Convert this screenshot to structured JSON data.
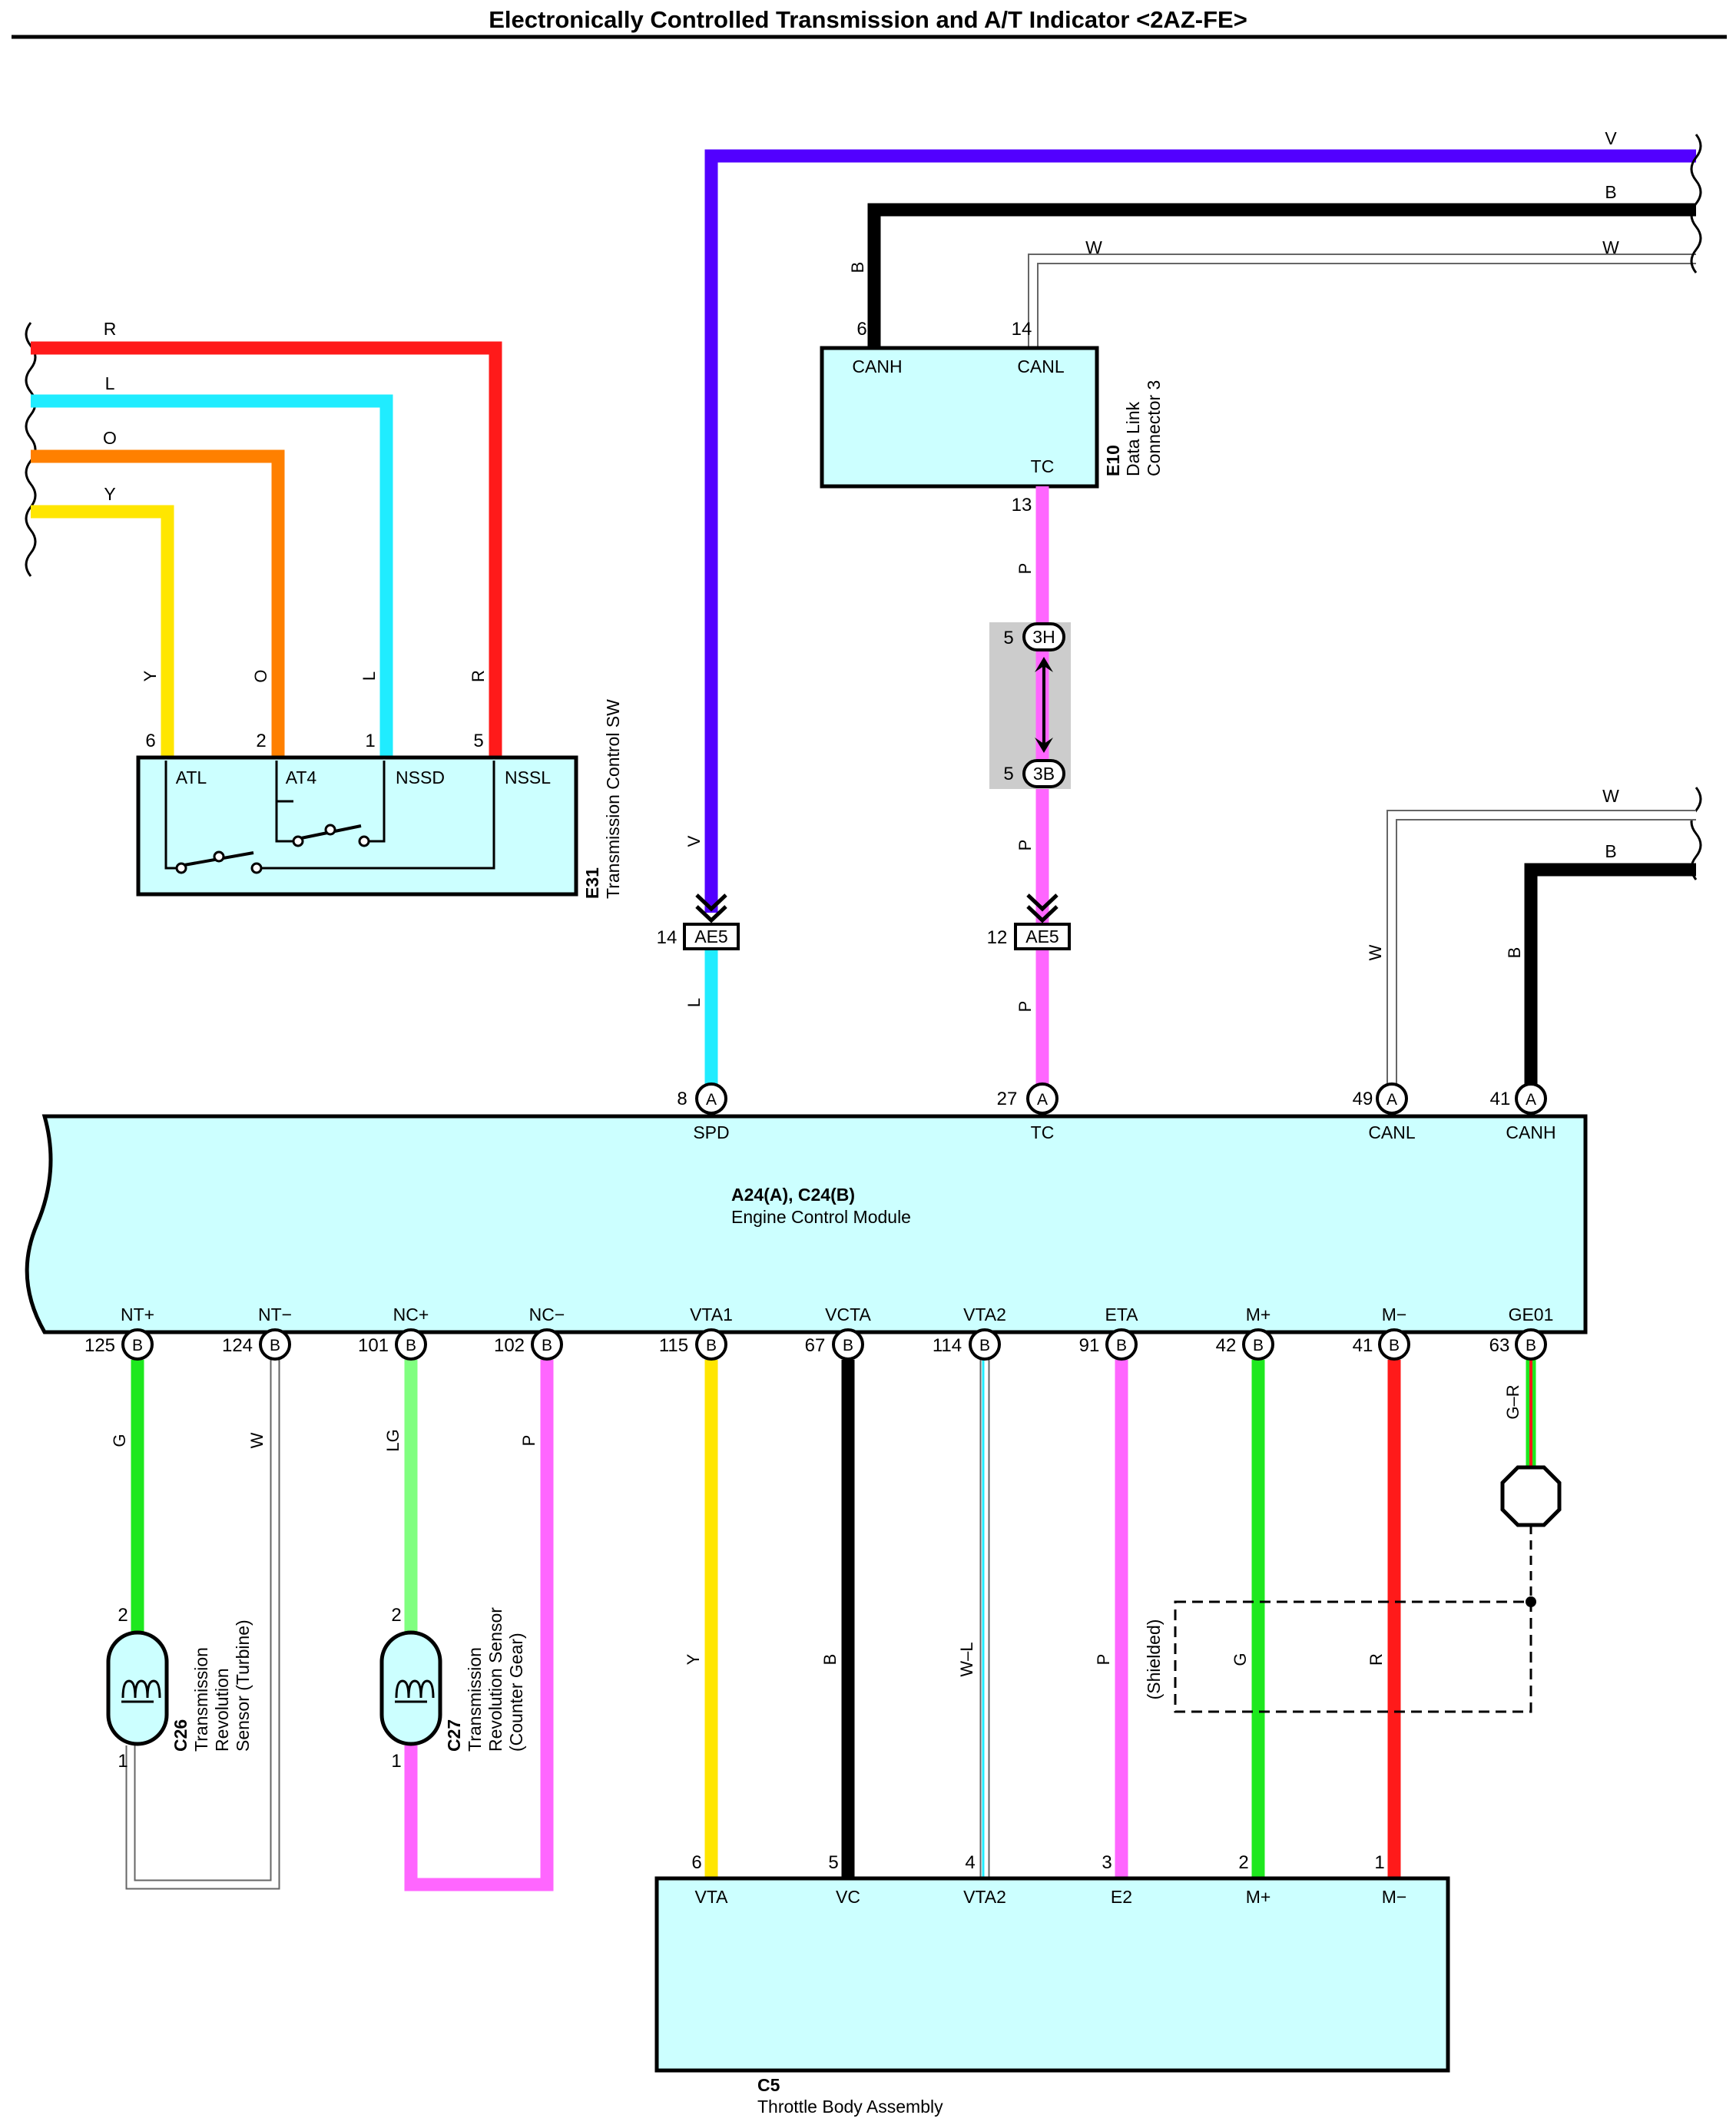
{
  "title": "Electronically Controlled Transmission and A/T Indicator <2AZ-FE>",
  "colors": {
    "V": "#5200ff",
    "B": "#000000",
    "W": "#ffffff",
    "R": "#ff1a1a",
    "L": "#20ecff",
    "O": "#ff8000",
    "Y": "#ffe600",
    "P": "#ff66ff",
    "G": "#1ee81e",
    "LG": "#80ff80",
    "body": "#ccffff",
    "junction": "#cccccc"
  },
  "wires_top": {
    "V": "V",
    "B": "B",
    "W1": "W",
    "W2": "W"
  },
  "wires_left": {
    "R": "R",
    "L": "L",
    "O": "O",
    "Y": "Y"
  },
  "dlc": {
    "code": "E10",
    "name1": "Data Link",
    "name2": "Connector 3",
    "canh": "CANH",
    "canl": "CANL",
    "tc": "TC",
    "pin_canh": "6",
    "pin_canl": "14",
    "pin_tc": "13",
    "wire_b": "B",
    "wire_p1": "P"
  },
  "junction": {
    "top_pin": "5",
    "top_label": "3H",
    "bottom_pin": "5",
    "bottom_label": "3B",
    "wire_p2": "P"
  },
  "ae5": {
    "left_pin": "14",
    "left_label": "AE5",
    "right_pin": "12",
    "right_label": "AE5",
    "wire_v": "V",
    "wire_l": "L",
    "wire_p3": "P"
  },
  "tcsw": {
    "code": "E31",
    "name": "Transmission Control SW",
    "atl": "ATL",
    "at4": "AT4",
    "nssd": "NSSD",
    "nssl": "NSSL",
    "pin_atl": "6",
    "pin_at4": "2",
    "pin_nssd": "1",
    "pin_nssl": "5",
    "w_y": "Y",
    "w_o": "O",
    "w_l": "L",
    "w_r": "R"
  },
  "right_wires": {
    "w": "W",
    "b": "B",
    "w_label": "W",
    "b_label": "B"
  },
  "ecm": {
    "code": "A24(A), C24(B)",
    "name": "Engine Control Module",
    "top_pins": [
      {
        "num": "8",
        "letter": "A",
        "name": "SPD"
      },
      {
        "num": "27",
        "letter": "A",
        "name": "TC"
      },
      {
        "num": "49",
        "letter": "A",
        "name": "CANL"
      },
      {
        "num": "41",
        "letter": "A",
        "name": "CANH"
      }
    ],
    "bottom_pins": [
      {
        "num": "125",
        "letter": "B",
        "name": "NT+",
        "wire": "G"
      },
      {
        "num": "124",
        "letter": "B",
        "name": "NT−",
        "wire": "W"
      },
      {
        "num": "101",
        "letter": "B",
        "name": "NC+",
        "wire": "LG"
      },
      {
        "num": "102",
        "letter": "B",
        "name": "NC−",
        "wire": "P"
      },
      {
        "num": "115",
        "letter": "B",
        "name": "VTA1",
        "wire": "Y"
      },
      {
        "num": "67",
        "letter": "B",
        "name": "VCTA",
        "wire": "B"
      },
      {
        "num": "114",
        "letter": "B",
        "name": "VTA2",
        "wire": "W–L"
      },
      {
        "num": "91",
        "letter": "B",
        "name": "ETA",
        "wire": "P"
      },
      {
        "num": "42",
        "letter": "B",
        "name": "M+",
        "wire": "G"
      },
      {
        "num": "41",
        "letter": "B",
        "name": "M−",
        "wire": "R"
      },
      {
        "num": "63",
        "letter": "B",
        "name": "GE01",
        "wire": "G–R"
      }
    ]
  },
  "c26": {
    "code": "C26",
    "line1": "Transmission",
    "line2": "Revolution",
    "line3": "Sensor (Turbine)",
    "pin_top": "2",
    "pin_bottom": "1"
  },
  "c27": {
    "code": "C27",
    "line1": "Transmission",
    "line2": "Revolution Sensor",
    "line3": "(Counter Gear)",
    "pin_top": "2",
    "pin_bottom": "1"
  },
  "shielded": "(Shielded)",
  "throttle": {
    "code": "C5",
    "name": "Throttle Body Assembly",
    "pins": [
      {
        "num": "6",
        "name": "VTA"
      },
      {
        "num": "5",
        "name": "VC"
      },
      {
        "num": "4",
        "name": "VTA2"
      },
      {
        "num": "3",
        "name": "E2"
      },
      {
        "num": "2",
        "name": "M+"
      },
      {
        "num": "1",
        "name": "M−"
      }
    ]
  }
}
